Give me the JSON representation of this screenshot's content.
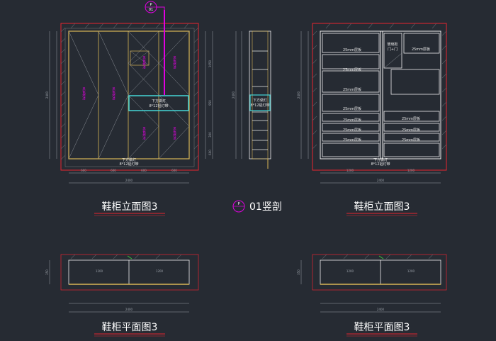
{
  "drawing_titles": {
    "elevation_left": "鞋柜立面图3",
    "section": "01竖剖",
    "elevation_right": "鞋柜立面图3",
    "plan_left": "鞋柜平面图3",
    "plan_right": "鞋柜平面图3"
  },
  "section_marker": {
    "letter": "P",
    "number": "01"
  },
  "left_elevation": {
    "bottom_note_1": "下方做灯",
    "bottom_note_2": "8*12铝灯带",
    "middle_note_1": "下方做灯",
    "middle_note_2": "8*12铝灯带",
    "door_labels": [
      "黑色烤漆",
      "黑色烤漆",
      "黑色烤漆",
      "黑色烤漆"
    ],
    "dims_bottom": [
      "600",
      "600",
      "600",
      "600"
    ],
    "total_bottom": "2400",
    "dims_left": [
      "2400"
    ],
    "dims_right": [
      "1050",
      "950",
      "300",
      "600"
    ]
  },
  "section_view": {
    "note_1": "下方做灯",
    "note_2": "8*12铝灯带"
  },
  "right_elevation": {
    "shelf_label": "25mm层板",
    "glass_note_1": "玻璃柜",
    "glass_note_2": "门+门",
    "bottom_note_1": "下方做灯",
    "bottom_note_2": "8*12铝灯带",
    "dims_bottom": [
      "1200",
      "1200"
    ],
    "total_bottom": "2400"
  },
  "plan_left": {
    "cells": [
      "1200",
      "1200"
    ],
    "total": "2400",
    "depth": "350"
  },
  "plan_right": {
    "cells": [
      "1200",
      "1200"
    ],
    "total": "2400",
    "depth": "350"
  },
  "colors": {
    "background": "#262b33",
    "frame_red": "#e8242f",
    "cabinet_yellow": "#d8b656",
    "magenta": "#e000e0",
    "cyan": "#45d7d7",
    "white": "#eeeeee",
    "dim": "#9aa0a8"
  }
}
